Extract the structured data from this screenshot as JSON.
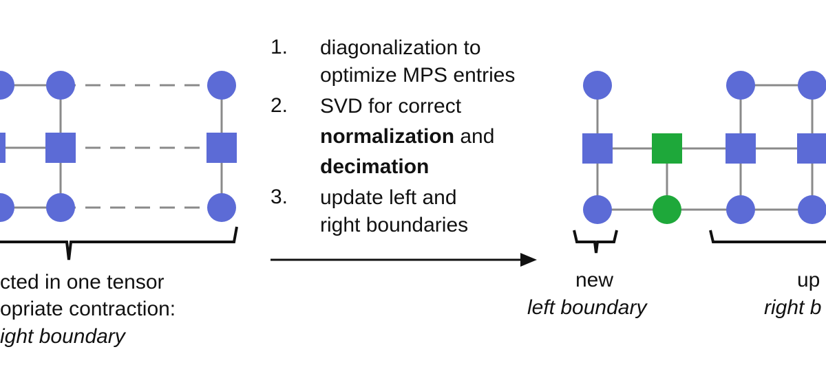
{
  "steps": [
    {
      "num": "1.",
      "lines": [
        "diagonalization to",
        "optimize MPS entries"
      ]
    },
    {
      "num": "2.",
      "line1": "SVD for correct",
      "bold1": "normalization",
      "and": " and",
      "bold2": "decimation"
    },
    {
      "num": "3.",
      "lines": [
        "update left and",
        "right boundaries"
      ]
    }
  ],
  "left_caption": {
    "line1": "cted in one tensor",
    "line2": "opriate contraction:",
    "line3": "ight boundary"
  },
  "new_left": {
    "line1": "new",
    "line2": "left boundary"
  },
  "updated_right": {
    "line1": "up",
    "line2": "right b"
  },
  "colors": {
    "node_blue": "#5c6bd6",
    "node_green": "#1ea83a",
    "bond": "#8a8a8a",
    "bracket": "#111111"
  }
}
